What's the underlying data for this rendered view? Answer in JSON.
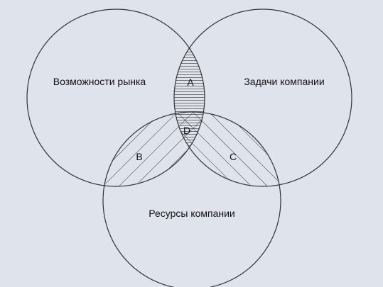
{
  "colors": {
    "background": "#dfe3ec",
    "circle_stroke": "#333333",
    "hatch": "#444444"
  },
  "sets": [
    {
      "id": "market",
      "label": "Возможности рынка"
    },
    {
      "id": "tasks",
      "label": "Задачи компании"
    },
    {
      "id": "resources",
      "label": "Ресурсы компании"
    }
  ],
  "regions": [
    {
      "id": "A",
      "label": "A",
      "sets": [
        "market",
        "tasks"
      ],
      "fill": "horizontal-hatch"
    },
    {
      "id": "B",
      "label": "B",
      "sets": [
        "market",
        "resources"
      ],
      "fill": "diagonal-hatch"
    },
    {
      "id": "C",
      "label": "C",
      "sets": [
        "tasks",
        "resources"
      ],
      "fill": "diagonal-hatch"
    },
    {
      "id": "D",
      "label": "D",
      "sets": [
        "market",
        "tasks",
        "resources"
      ],
      "fill": "cross-hatch"
    }
  ]
}
